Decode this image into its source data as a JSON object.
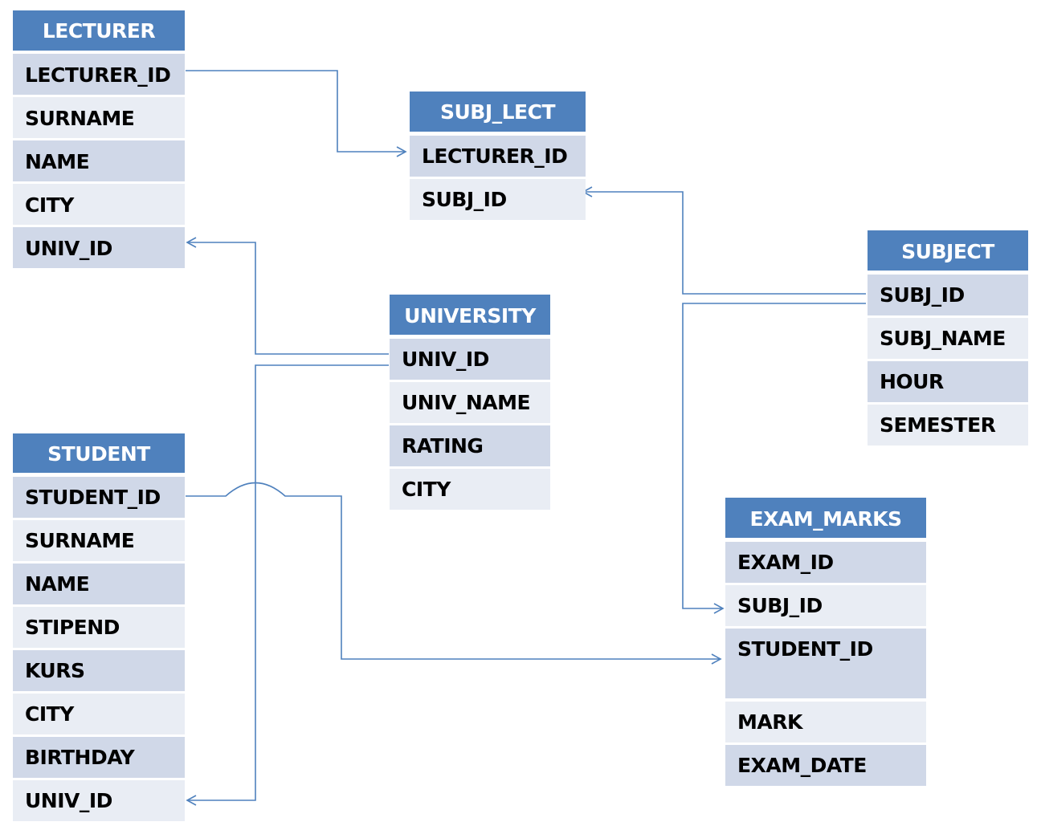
{
  "tables": [
    {
      "id": "lecturer",
      "title": "LECTURER",
      "fields": [
        "LECTURER_ID",
        "SURNAME",
        "NAME",
        "CITY",
        "UNIV_ID"
      ]
    },
    {
      "id": "subj_lect",
      "title": "SUBJ_LECT",
      "fields": [
        "LECTURER_ID",
        "SUBJ_ID"
      ]
    },
    {
      "id": "subject",
      "title": "SUBJECT",
      "fields": [
        "SUBJ_ID",
        "SUBJ_NAME",
        "HOUR",
        "SEMESTER"
      ]
    },
    {
      "id": "university",
      "title": "UNIVERSITY",
      "fields": [
        "UNIV_ID",
        "UNIV_NAME",
        "RATING",
        "CITY"
      ]
    },
    {
      "id": "student",
      "title": "STUDENT",
      "fields": [
        "STUDENT_ID",
        "SURNAME",
        "NAME",
        "STIPEND",
        "KURS",
        "CITY",
        "BIRTHDAY",
        "UNIV_ID"
      ]
    },
    {
      "id": "exam_marks",
      "title": "EXAM_MARKS",
      "fields": [
        "EXAM_ID",
        "SUBJ_ID",
        "STUDENT_ID",
        "MARK",
        "EXAM_DATE"
      ]
    }
  ],
  "relationships": [
    {
      "from": "lecturer.LECTURER_ID",
      "to": "subj_lect.LECTURER_ID"
    },
    {
      "from": "subject.SUBJ_ID",
      "to": "subj_lect.SUBJ_ID"
    },
    {
      "from": "university.UNIV_ID",
      "to": "lecturer.UNIV_ID"
    },
    {
      "from": "university.UNIV_ID",
      "to": "student.UNIV_ID"
    },
    {
      "from": "subject.SUBJ_ID",
      "to": "exam_marks.SUBJ_ID"
    },
    {
      "from": "student.STUDENT_ID",
      "to": "exam_marks.STUDENT_ID"
    }
  ],
  "colors": {
    "header": "#4f81bd",
    "row_dark": "#d0d8e8",
    "row_light": "#e9edf4",
    "connector": "#4f81bd"
  }
}
